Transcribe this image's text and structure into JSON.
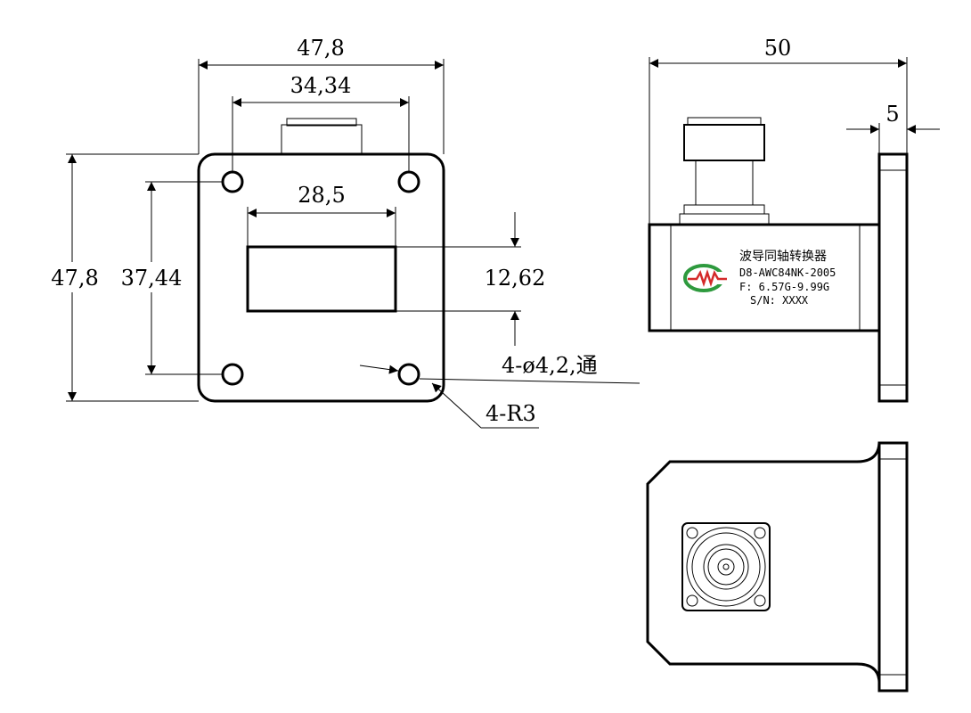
{
  "dimensions": {
    "flange_width": "47,8",
    "hole_spacing_h": "34,34",
    "aperture_width": "28,5",
    "flange_height": "47,8",
    "hole_spacing_v": "37,44",
    "aperture_height": "12,62",
    "holes": "4-ø4,2,通",
    "corner_radius": "4-R3",
    "overall_length": "50",
    "flange_thickness": "5"
  },
  "product_label": {
    "name": "波导同轴转换器",
    "model": "D8-AWC84NK-2005",
    "frequency": "F: 6.57G-9.99G",
    "serial": "S/N: XXXX"
  },
  "colors": {
    "line": "#000000",
    "logo_red": "#d42a2a",
    "logo_green": "#2e9a3e"
  },
  "icons": {
    "logo": "mw-logo-icon",
    "connector": "n-type-connector-icon"
  }
}
